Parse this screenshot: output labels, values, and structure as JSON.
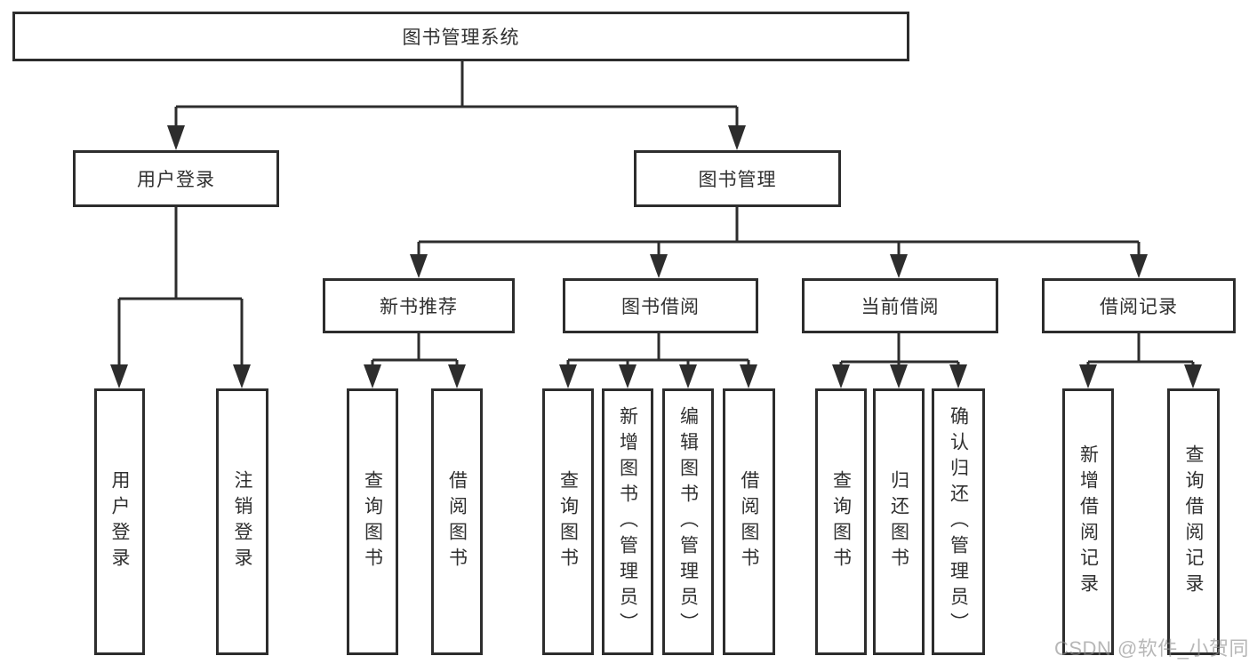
{
  "tree": {
    "root": {
      "label": "图书管理系统"
    },
    "level2": {
      "user_login": {
        "label": "用户登录"
      },
      "book_mgmt": {
        "label": "图书管理"
      }
    },
    "level3": {
      "new_book_rec": {
        "label": "新书推荐"
      },
      "book_borrow": {
        "label": "图书借阅"
      },
      "current_borrow": {
        "label": "当前借阅"
      },
      "borrow_record": {
        "label": "借阅记录"
      }
    },
    "leaves": {
      "user_login": [
        "用户登录",
        "注销登录"
      ],
      "new_book_rec": [
        "查询图书",
        "借阅图书"
      ],
      "book_borrow": [
        "查询图书",
        "新增图书（管理员）",
        "编辑图书（管理员）",
        "借阅图书"
      ],
      "current_borrow": [
        "查询图书",
        "归还图书",
        "确认归还（管理员）"
      ],
      "borrow_record": [
        "新增借阅记录",
        "查询借阅记录"
      ]
    }
  },
  "watermark": {
    "text": "CSDN @软件_小贺同学"
  },
  "colors": {
    "line": "#2d2d2d",
    "text": "#303030",
    "box_background": "#ffffff",
    "watermark": "#8c8c8c"
  }
}
